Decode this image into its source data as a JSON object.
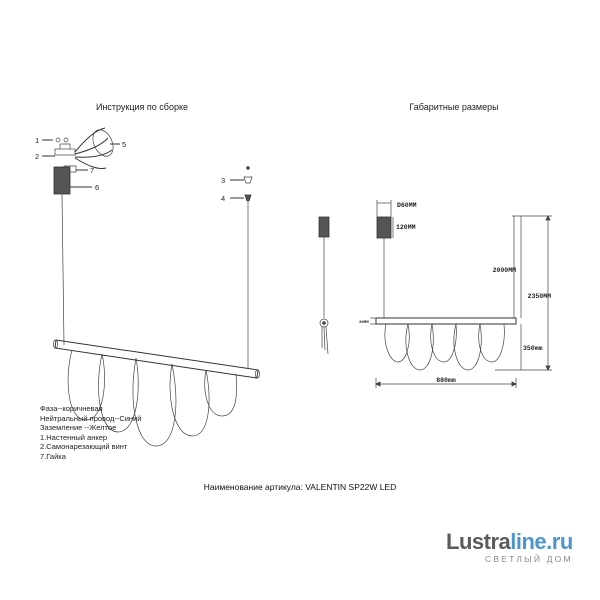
{
  "diagram": {
    "assembly_title": "Инструкция по сборке",
    "dimensions_title": "Габаритные размеры",
    "callouts": [
      "1",
      "2",
      "3",
      "4",
      "5",
      "6",
      "7"
    ],
    "dimensions": {
      "canopy_width": "D60MM",
      "canopy_height": "120MM",
      "cable_length": "2000MM",
      "total_height": "2350MM",
      "shade_height": "350mm",
      "bar_width": "880mm",
      "bar_height": "30MM"
    },
    "legend": [
      "Фаза--коричневая",
      "Нейтральный провод--Синий",
      "Заземление --Желтое",
      "1.Настенный анкер",
      "2.Самонарезающий винт",
      "7.Гайка"
    ],
    "caption": "Наименование артикула: VALENTIN SP22W LED"
  },
  "watermark": {
    "brand_part1": "Lustra",
    "brand_part2": "line.ru",
    "tagline": "СВЕТЛЫЙ ДОМ",
    "color_gray": "#5b5b5b",
    "color_blue": "#4f96ce"
  }
}
